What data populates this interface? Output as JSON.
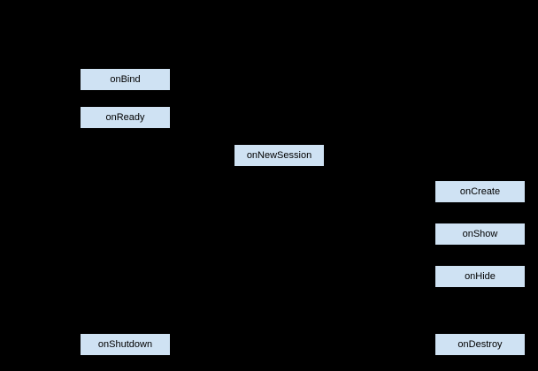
{
  "diagram": {
    "background_color": "#000000",
    "node_fill_color": "#cfe2f3",
    "node_border_color": "#000000",
    "nodes": [
      {
        "id": "onBind",
        "label": "onBind"
      },
      {
        "id": "onReady",
        "label": "onReady"
      },
      {
        "id": "onNewSession",
        "label": "onNewSession"
      },
      {
        "id": "onCreate",
        "label": "onCreate"
      },
      {
        "id": "onShow",
        "label": "onShow"
      },
      {
        "id": "onHide",
        "label": "onHide"
      },
      {
        "id": "onShutdown",
        "label": "onShutdown"
      },
      {
        "id": "onDestroy",
        "label": "onDestroy"
      }
    ]
  }
}
